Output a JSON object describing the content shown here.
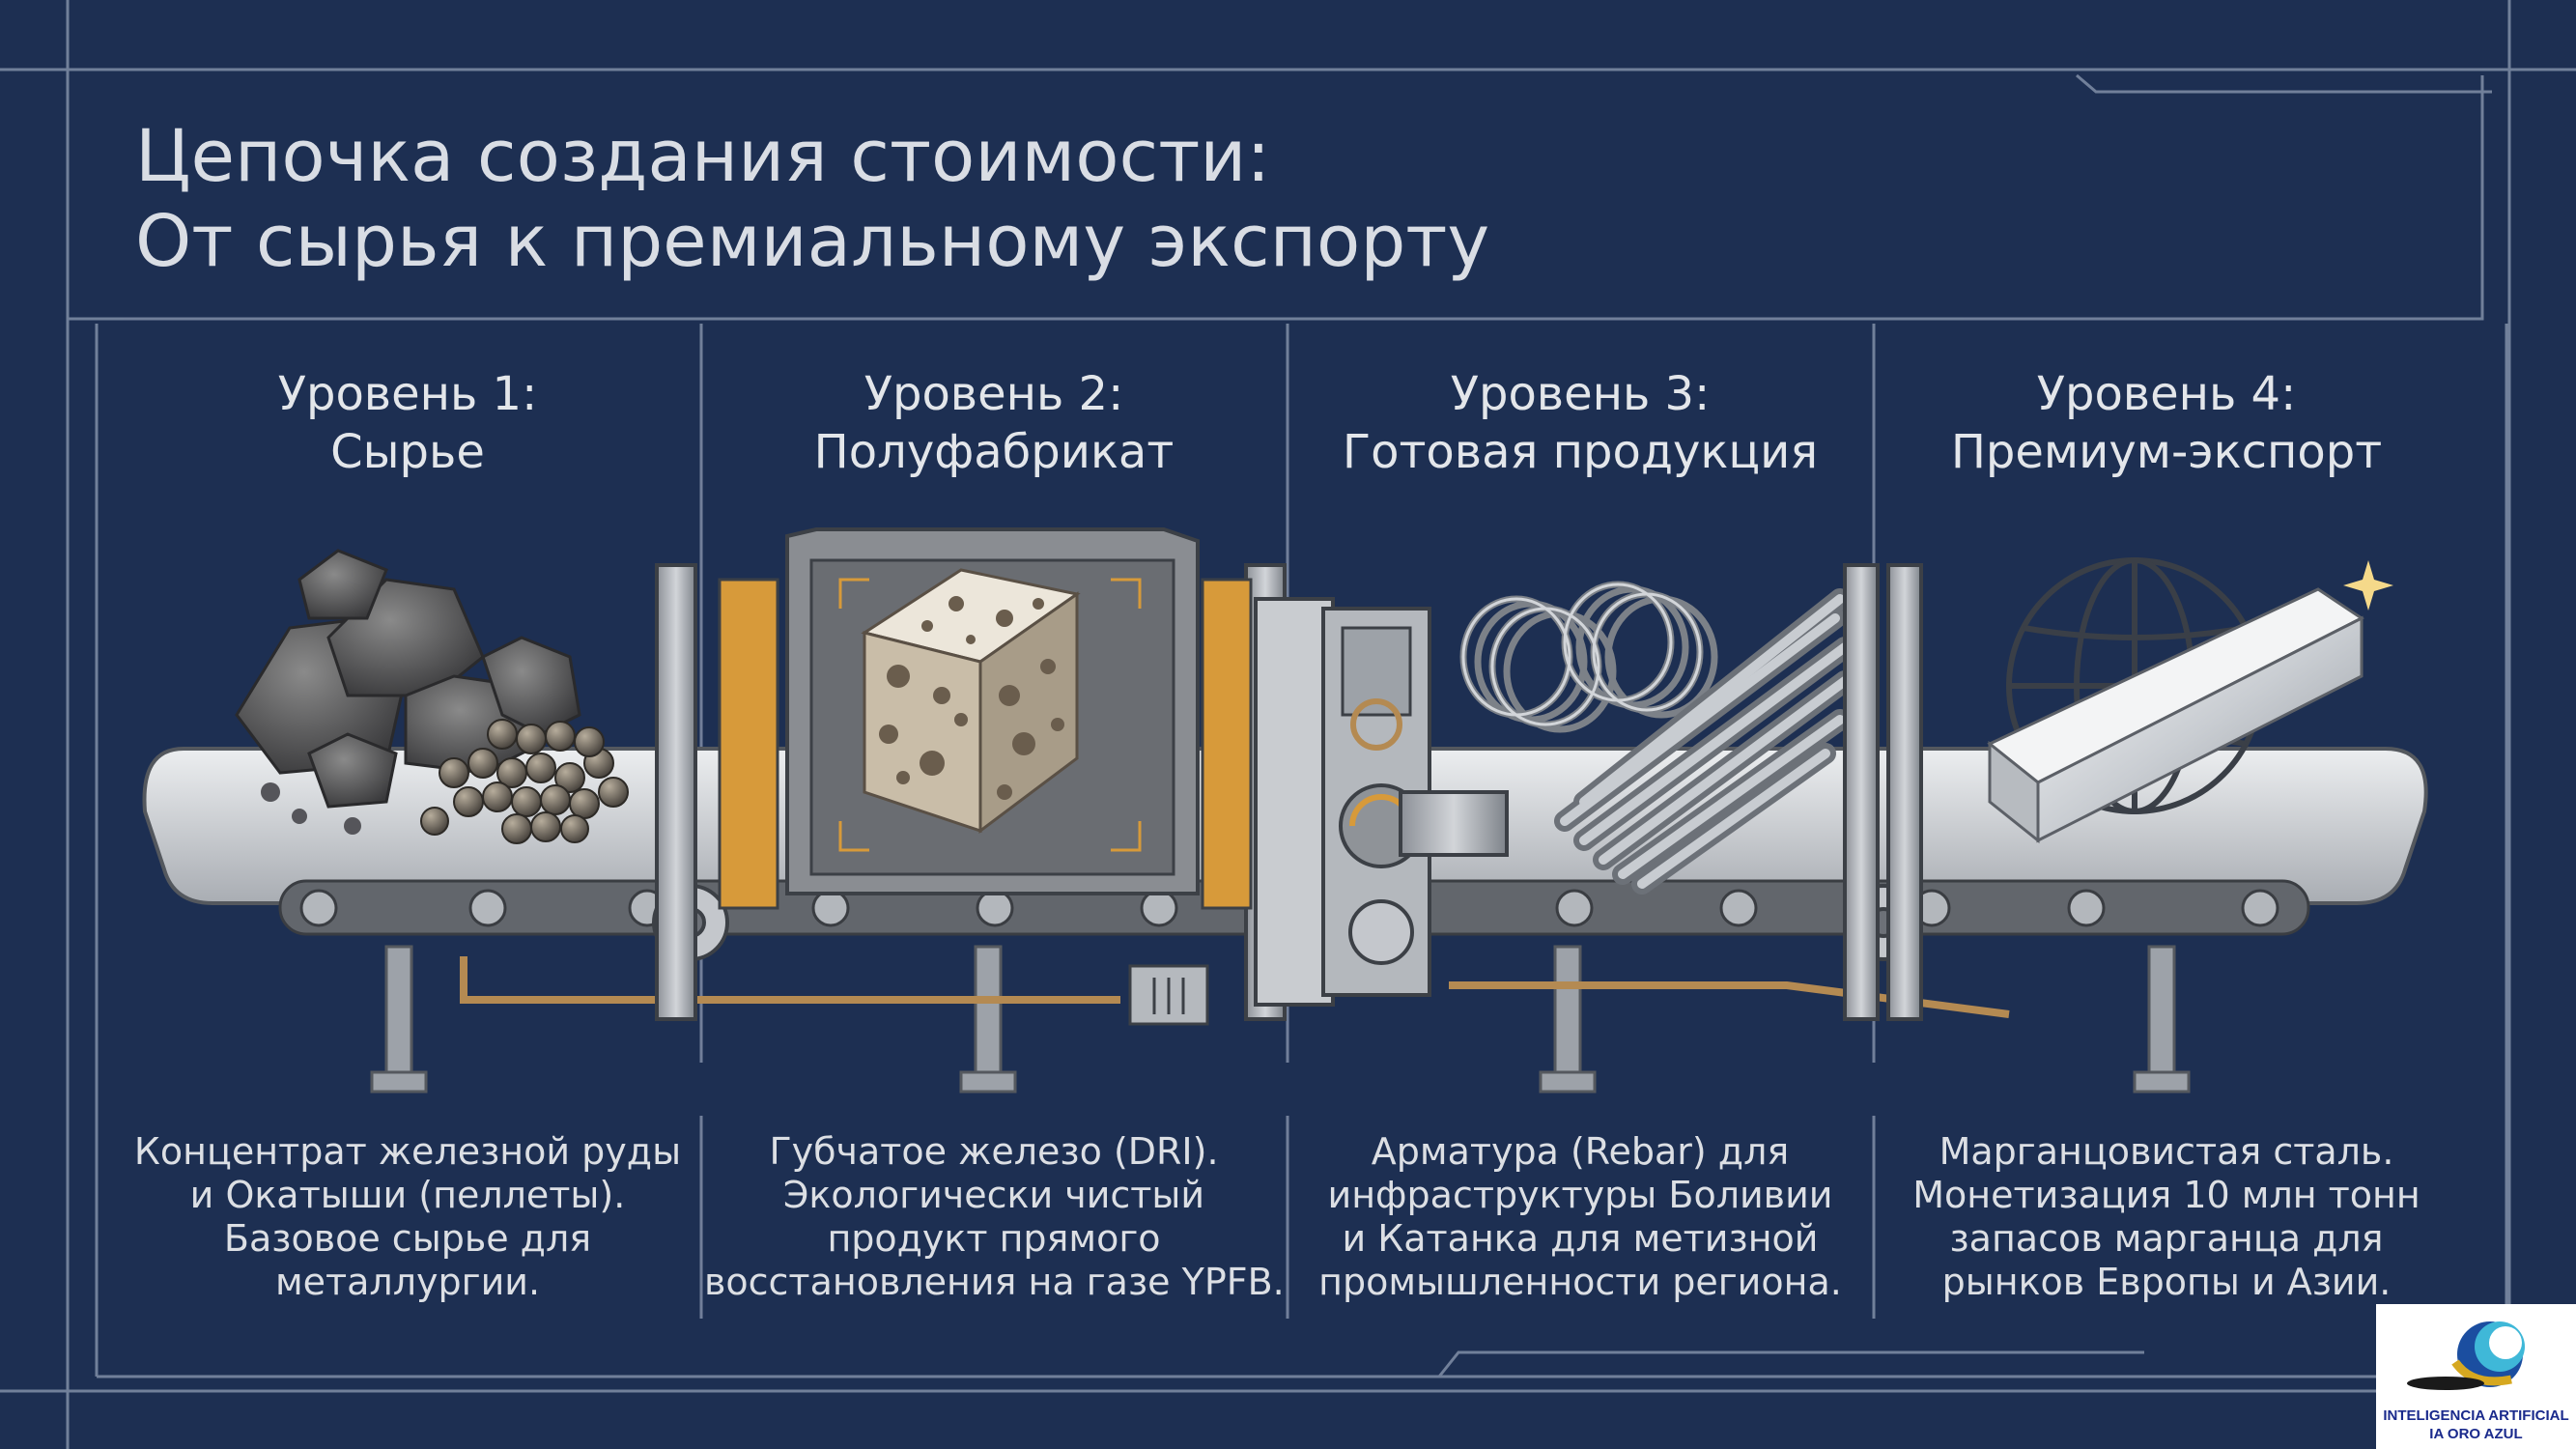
{
  "title": {
    "line1": "Цепочка создания стоимости:",
    "line2": "От сырья к премиальному экспорту"
  },
  "levels": [
    {
      "heading1": "Уровень 1:",
      "heading2": "Сырье",
      "desc": [
        "Концентрат железной руды",
        "и Окатыши (пеллеты).",
        "Базовое сырье для",
        "металлургии."
      ],
      "illustration": "ore-and-pellets"
    },
    {
      "heading1": "Уровень 2:",
      "heading2": "Полуфабрикат",
      "desc": [
        "Губчатое железо (DRI).",
        "Экологически чистый",
        "продукт прямого",
        "восстановления на газе YPFB."
      ],
      "illustration": "sponge-iron-cube"
    },
    {
      "heading1": "Уровень 3:",
      "heading2": "Готовая продукция",
      "desc": [
        "Арматура (Rebar) для",
        "инфраструктуры Боливии",
        "и Катанка для метизной",
        "промышленности региона."
      ],
      "illustration": "wire-coils-and-rebar"
    },
    {
      "heading1": "Уровень 4:",
      "heading2": "Премиум-экспорт",
      "desc": [
        "Марганцовистая сталь.",
        "Монетизация 10 млн тонн",
        "запасов марганца для",
        "рынков Европы и Азии."
      ],
      "illustration": "globe-and-steel-ingot"
    }
  ],
  "logo": {
    "line1": "INTELIGENCIA ARTIFICIAL",
    "line2": "IA ORO AZUL"
  },
  "colors": {
    "background": "#1d2f52",
    "frame_line": "#8e9bb3",
    "accent": "#d79a3a",
    "text": "#e3e6ea"
  }
}
